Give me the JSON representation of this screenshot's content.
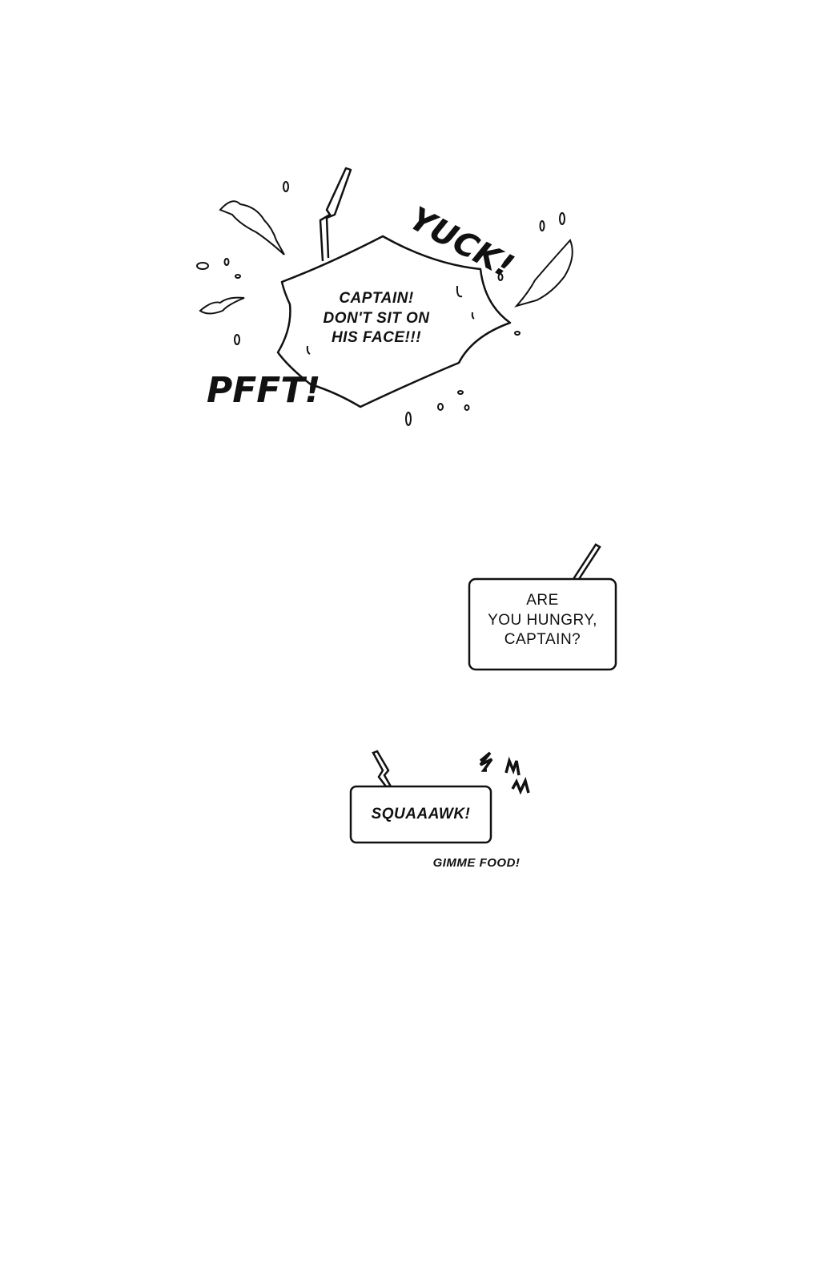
{
  "panel_1": {
    "burst_bubble": {
      "lines": [
        "CAPTAIN!",
        "DON'T SIT ON",
        "HIS FACE!!!"
      ]
    },
    "sfx_yuck": "YUCK!",
    "sfx_pfft": "PFFT!"
  },
  "panel_2": {
    "speech_box": {
      "lines": [
        "ARE",
        "YOU HUNGRY,",
        "CAPTAIN?"
      ]
    }
  },
  "panel_3": {
    "speech_box": {
      "text": "SQUAAAWK!"
    },
    "caption": "GIMME FOOD!"
  },
  "colors": {
    "ink": "#111111",
    "paper": "#ffffff"
  }
}
